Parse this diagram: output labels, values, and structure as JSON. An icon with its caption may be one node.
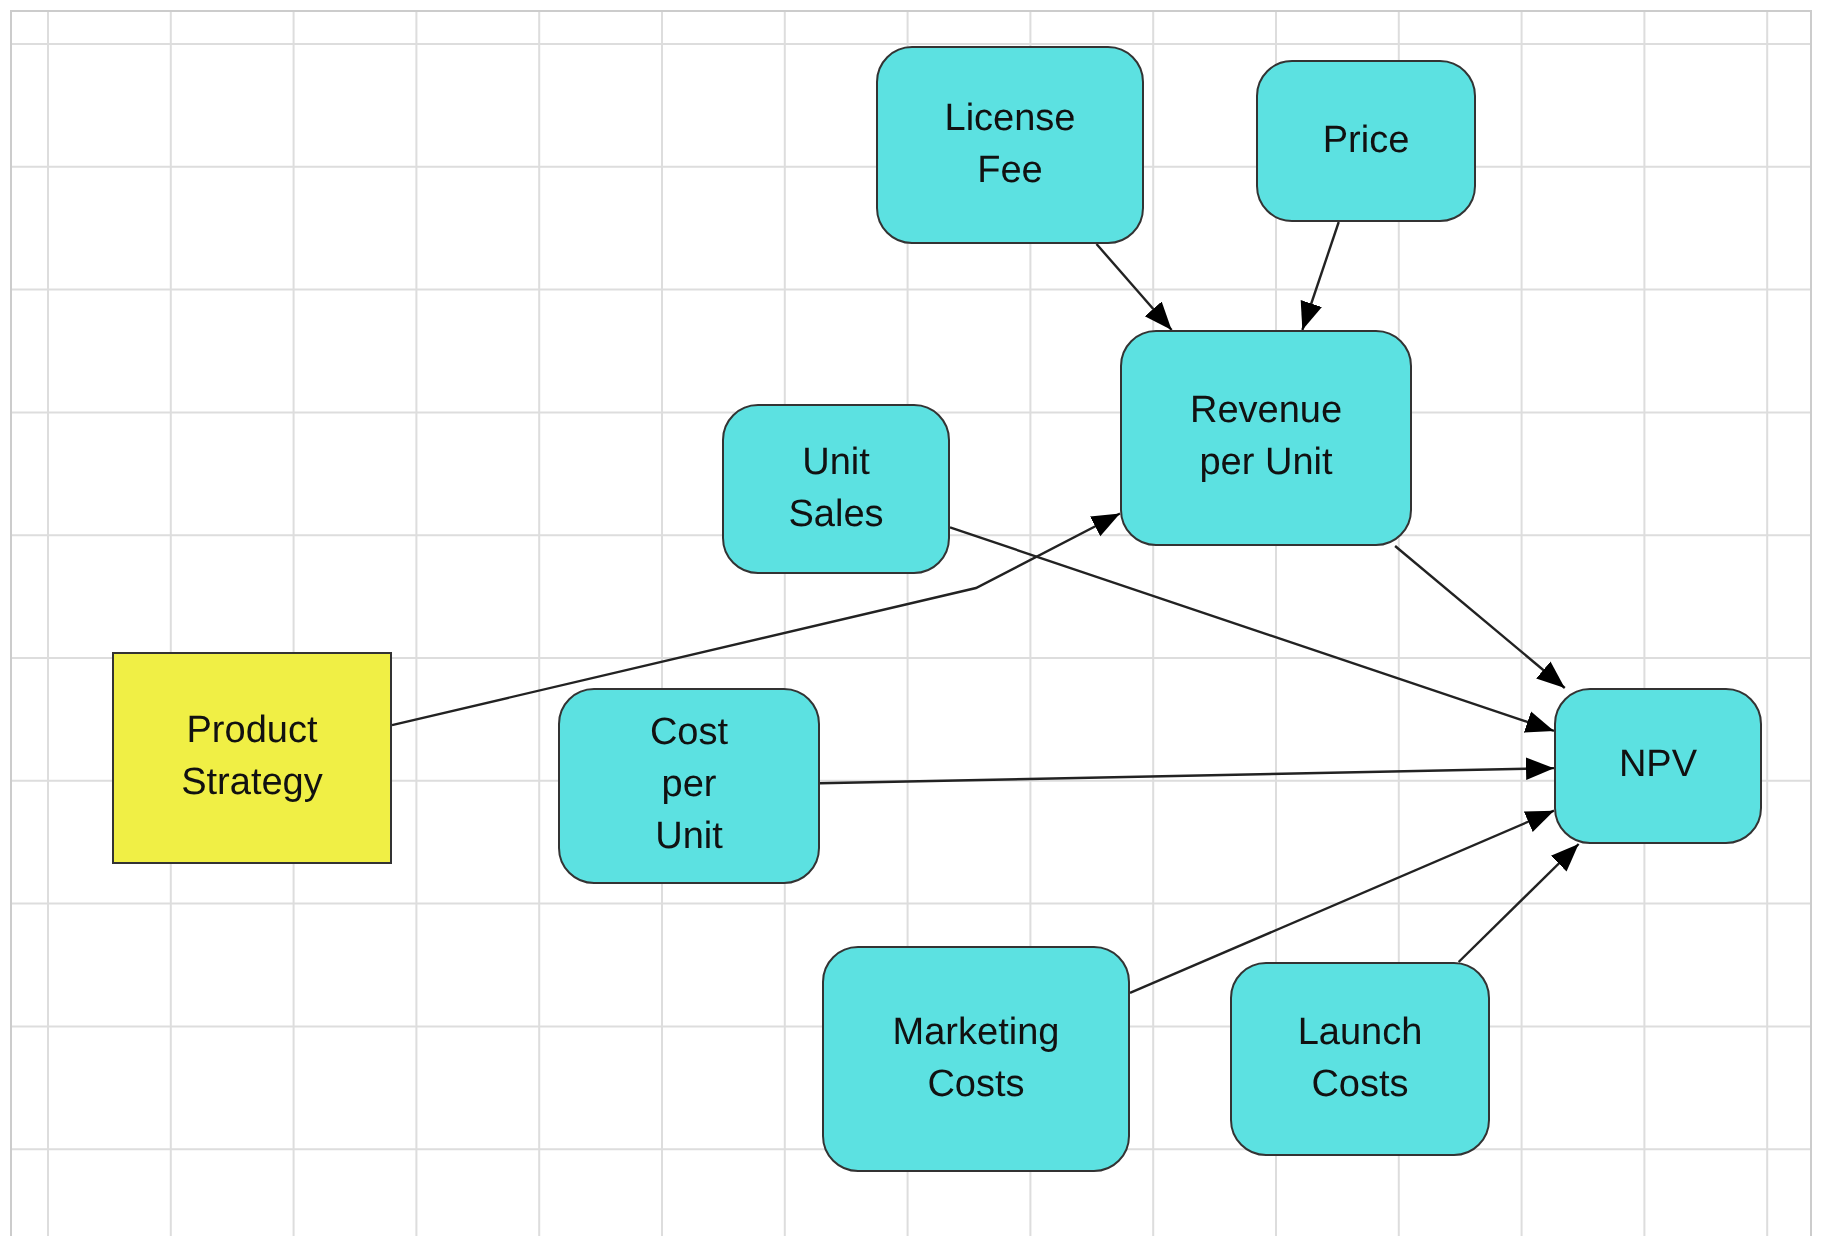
{
  "diagram": {
    "nodes": [
      {
        "text": [
          "License Fee"
        ]
      },
      {
        "text": [
          "Price"
        ]
      },
      {
        "text": [
          "Unit Sales"
        ]
      },
      {
        "text": [
          "Revenue per Unit"
        ]
      },
      {
        "text": [
          "Product Strategy"
        ]
      },
      {
        "text": [
          "Cost per Unit"
        ]
      },
      {
        "text": [
          "NPV"
        ]
      },
      {
        "text": [
          "Marketing Costs"
        ]
      },
      {
        "text": [
          "Launch Costs"
        ]
      }
    ],
    "edges": [
      {
        "from": 0,
        "to": 3,
        "arrow": "to"
      },
      {
        "from": 1,
        "to": 3,
        "arrow": "to"
      },
      {
        "from": 4,
        "to": 3,
        "arrow": "to"
      },
      {
        "from": 2,
        "to": 6,
        "arrow": "to"
      },
      {
        "from": 3,
        "to": 6,
        "arrow": "to"
      },
      {
        "from": 5,
        "to": 6,
        "arrow": "to"
      },
      {
        "from": 7,
        "to": 6,
        "arrow": "to"
      },
      {
        "from": 8,
        "to": 6,
        "arrow": "to"
      }
    ]
  }
}
